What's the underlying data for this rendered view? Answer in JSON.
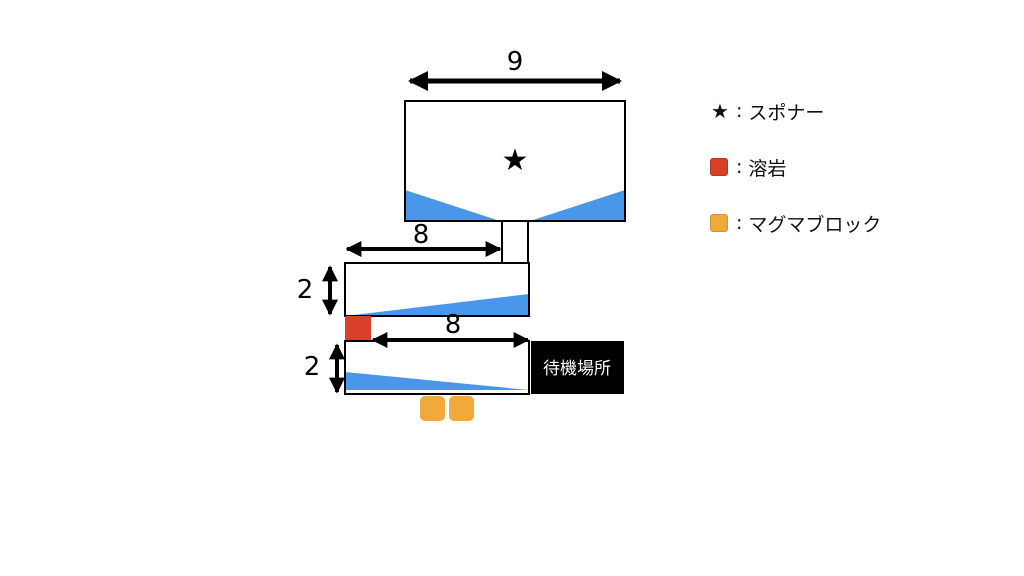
{
  "diagram": {
    "dimensions": {
      "top_width": "9",
      "middle_width": "8",
      "middle_height": "2",
      "bottom_width": "8",
      "bottom_height": "2"
    },
    "spawner_marker": "★",
    "waiting_area_label": "待機場所"
  },
  "legend": {
    "separator": ":",
    "spawner": {
      "symbol": "★",
      "label": "スポナー"
    },
    "lava": {
      "label": "溶岩"
    },
    "magma_block": {
      "label": "マグマブロック"
    }
  },
  "colors": {
    "water": "#4a96ea",
    "lava": "#d9402a",
    "magma_block": "#f0a93a",
    "waiting_area_fill": "#000000",
    "outline": "#000000"
  }
}
